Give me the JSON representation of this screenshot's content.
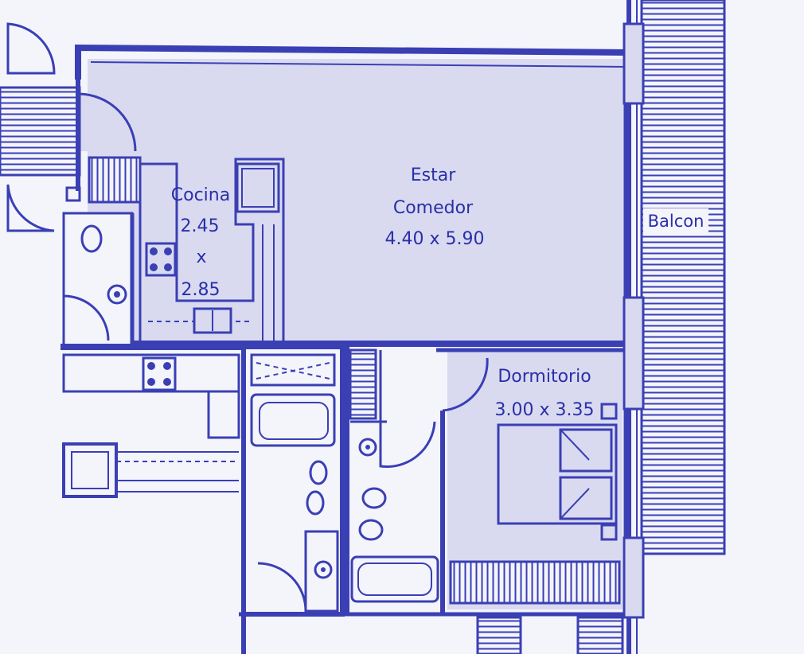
{
  "rooms": {
    "estar": {
      "line1": "Estar",
      "line2": "Comedor",
      "dims": "4.40 x 5.90"
    },
    "cocina": {
      "name": "Cocina",
      "dim1": "2.45",
      "sep": "x",
      "dim2": "2.85"
    },
    "dormitorio": {
      "name": "Dormitorio",
      "dims": "3.00 x 3.35"
    },
    "balcon": {
      "name": "Balcon"
    }
  },
  "colors": {
    "ink": "#2a2fa8",
    "fill": "#d9daf0",
    "paper": "#f4f4fb",
    "wall": "#3a3fb4"
  }
}
